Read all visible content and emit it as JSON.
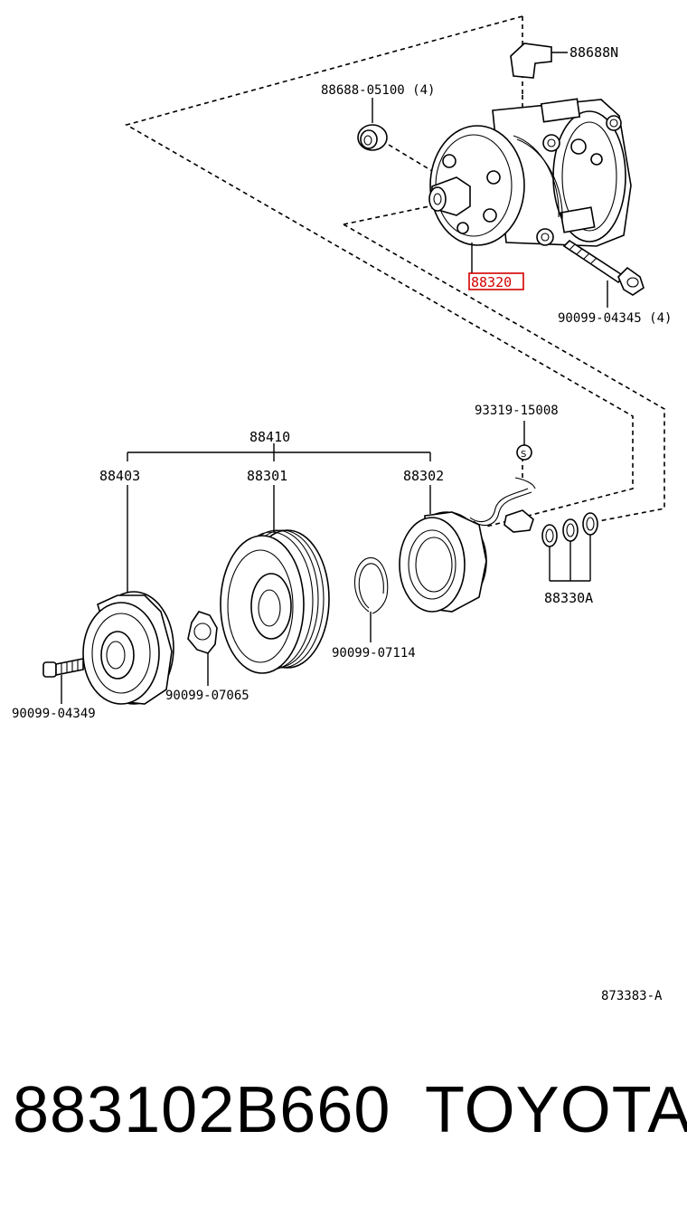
{
  "diagram": {
    "labels": {
      "bracket": "88688N",
      "bushing": "88688-05100 (4)",
      "compressor": "88320",
      "bolt_long": "90099-04345 (4)",
      "switch": "93319-15008",
      "clutch_assy": "88410",
      "pressure_plate": "88403",
      "pulley": "88301",
      "coil": "88302",
      "shims": "88330A",
      "snap_ring": "90099-07114",
      "shim_plate": "90099-07065",
      "bolt_short": "90099-04349",
      "illustration_no": "873383-A"
    },
    "highlight_color": "#d40000"
  },
  "footer": {
    "part_number": "883102B660",
    "brand": "TOYOTA"
  }
}
